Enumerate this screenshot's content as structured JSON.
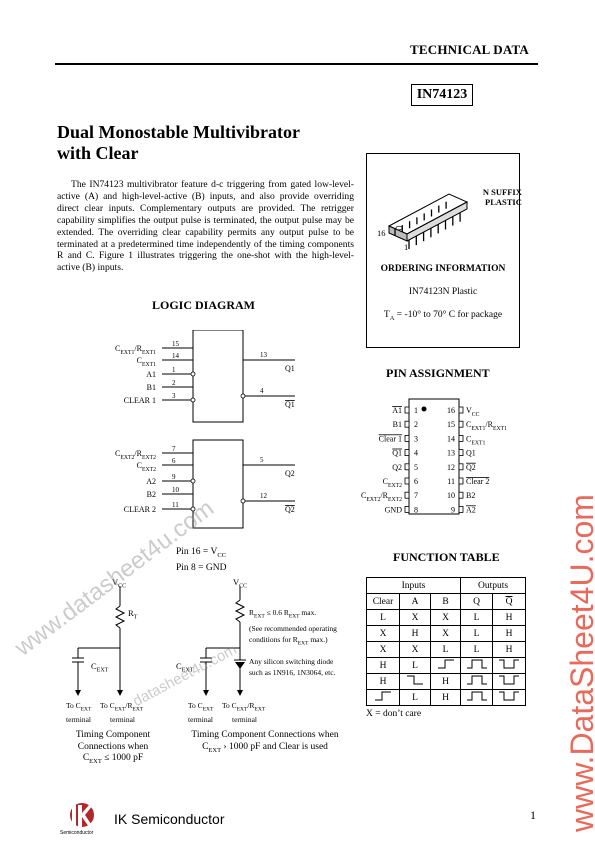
{
  "header": {
    "title": "TECHNICAL DATA",
    "part_number": "IN74123"
  },
  "main_title": {
    "line1": "Dual Monostable Multivibrator",
    "line2": "with Clear"
  },
  "description": "The IN74123 multivibrator feature d-c triggering from gated low-level-active (A) and high-level-active (B) inputs, and also provide overriding direct clear inputs. Complementary outputs are provided. The retrigger capability simplifies the output pulse is terminated, the output pulse may be extended. The overriding clear capability permits any output pulse to be terminated at a predetermined time independently of the timing components R and C. Figure 1 illustrates triggering the one-shot with the high-level-active (B) inputs.",
  "package": {
    "suffix_line1": "N SUFFIX",
    "suffix_line2": "PLASTIC",
    "pin16": "16",
    "pin1": "1",
    "ordering_title": "ORDERING INFORMATION",
    "ordering_part": "IN74123N Plastic",
    "temp_prefix": "T",
    "temp_sub": "A",
    "temp_text": " = -10° to 70° C for  package"
  },
  "logic_diagram": {
    "title": "LOGIC DIAGRAM",
    "unit1": {
      "inputs": [
        {
          "label": "C",
          "sub": "EXT1",
          "mid": "/R",
          "sub2": "EXT1",
          "pin": "15"
        },
        {
          "label": "C",
          "sub": "EXT1",
          "pin": "14"
        },
        {
          "label": "A1",
          "pin": "1"
        },
        {
          "label": "B1",
          "pin": "2"
        },
        {
          "label": "CLEAR 1",
          "pin": "3"
        }
      ],
      "outputs": [
        {
          "label": "Q1",
          "pin": "13"
        },
        {
          "label": "Q1",
          "pin": "4",
          "bar": true
        }
      ]
    },
    "unit2": {
      "inputs": [
        {
          "label": "C",
          "sub": "EXT2",
          "mid": "/R",
          "sub2": "EXT2",
          "pin": "7"
        },
        {
          "label": "C",
          "sub": "EXT2",
          "pin": "6"
        },
        {
          "label": "A2",
          "pin": "9"
        },
        {
          "label": "B2",
          "pin": "10"
        },
        {
          "label": "CLEAR 2",
          "pin": "11"
        }
      ],
      "outputs": [
        {
          "label": "Q2",
          "pin": "5"
        },
        {
          "label": "Q2",
          "pin": "12",
          "bar": true
        }
      ]
    },
    "pin16_note": "Pin 16 = V",
    "pin16_sub": "CC",
    "pin8_note": "Pin 8 = GND"
  },
  "pin_assignment": {
    "title": "PIN ASSIGNMENT",
    "left": [
      {
        "pin": "1",
        "label": "A1",
        "bar": true
      },
      {
        "pin": "2",
        "label": "B1"
      },
      {
        "pin": "3",
        "label": "Clear 1",
        "bar": true
      },
      {
        "pin": "4",
        "label": "Q1",
        "bar": true
      },
      {
        "pin": "5",
        "label": "Q2"
      },
      {
        "pin": "6",
        "label": "C",
        "sub": "EXT2"
      },
      {
        "pin": "7",
        "label": "C",
        "sub": "EXT2",
        "mid": "/R",
        "sub2": "EXT2"
      },
      {
        "pin": "8",
        "label": "GND"
      }
    ],
    "right": [
      {
        "pin": "16",
        "label": "V",
        "sub": "CC"
      },
      {
        "pin": "15",
        "label": "C",
        "sub": "EXT1",
        "mid": "/R",
        "sub2": "EXT1"
      },
      {
        "pin": "14",
        "label": "C",
        "sub": "EXT1"
      },
      {
        "pin": "13",
        "label": "Q1"
      },
      {
        "pin": "12",
        "label": "Q2",
        "bar": true
      },
      {
        "pin": "11",
        "label": "Clear 2",
        "bar": true
      },
      {
        "pin": "10",
        "label": "B2"
      },
      {
        "pin": "9",
        "label": "A2",
        "bar": true
      }
    ]
  },
  "function_table": {
    "title": "FUNCTION TABLE",
    "group_inputs": "Inputs",
    "group_outputs": "Outputs",
    "headers": [
      "Clear",
      "A",
      "B",
      "Q",
      "Q"
    ],
    "rows": [
      [
        "L",
        "X",
        "X",
        "L",
        "H"
      ],
      [
        "X",
        "H",
        "X",
        "L",
        "H"
      ],
      [
        "X",
        "X",
        "L",
        "L",
        "H"
      ],
      [
        "H",
        "L",
        "rise",
        "pulse",
        "npulse"
      ],
      [
        "H",
        "fall",
        "H",
        "pulse",
        "npulse"
      ],
      [
        "rise",
        "L",
        "H",
        "pulse",
        "npulse"
      ]
    ],
    "note": "X = don’t care"
  },
  "timing": {
    "vcc": "V",
    "vcc_sub": "CC",
    "rt": "R",
    "rt_sub": "T",
    "cext": "C",
    "cext_sub": "EXT",
    "to_c": "To C",
    "to_c_sub": "EXT",
    "terminal": "terminal",
    "to_cr": "To C",
    "to_cr_mid": "/R",
    "rext_note": "R",
    "rext_note_sub": "EXT",
    "rext_note_rest": " ≤ 0.6 R",
    "rext_note_sub2": "EXT",
    "rext_note_end": " max.",
    "see_line1": "(See recommended operating",
    "see_line2": "conditions for R",
    "see_line2_sub": "EXT",
    "see_line2_end": " max.)",
    "diode_line1": "Any silicon switching diode",
    "diode_line2": "such as 1N916, 1N3064, etc.",
    "caption1_line1": "Timing Component",
    "caption1_line2": "Connections when",
    "caption1_line3_pre": "C",
    "caption1_line3_sub": "EXT",
    "caption1_line3_post": " ≤ 1000 pF",
    "caption2_line1": "Timing Component Connections when",
    "caption2_line2_pre": "C",
    "caption2_line2_sub": "EXT",
    "caption2_line2_post": " › 1000 pF and Clear is used"
  },
  "footer": {
    "company": "IK Semiconductor",
    "logo_sub": "Semiconductor",
    "page": "1"
  },
  "watermarks": {
    "diagonal": "www.datasheet4u.com",
    "vertical": "www.DataSheet4U.com",
    "small": "datasheet4u.com"
  }
}
